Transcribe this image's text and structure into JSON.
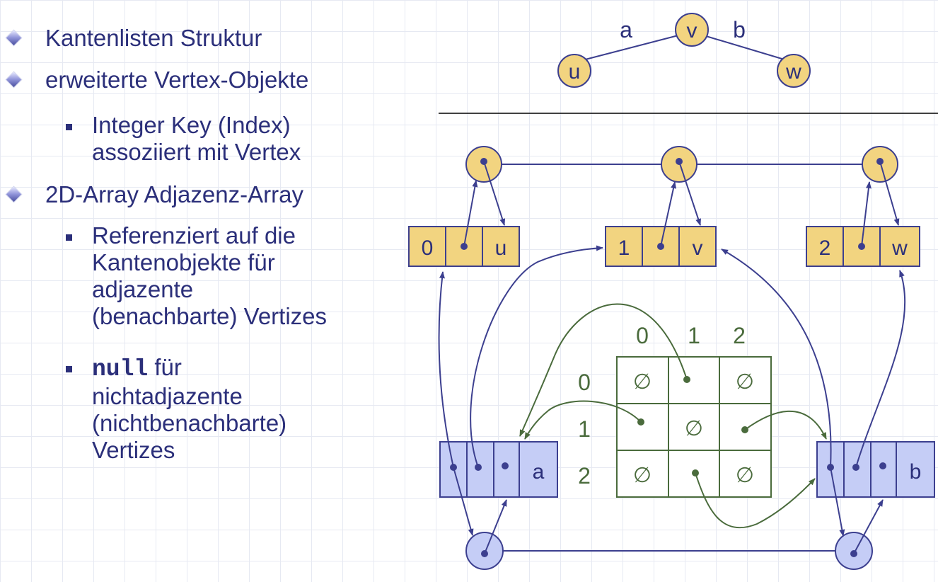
{
  "bullets": {
    "item1": "Kantenlisten Struktur",
    "item2": "erweiterte Vertex-Objekte",
    "item2_sub1_line1": "Integer Key (Index)",
    "item2_sub1_line2": "assoziiert mit Vertex",
    "item3": "2D-Array Adjazenz-Array",
    "item3_sub1_line1": "Referenziert auf die",
    "item3_sub1_line2": "Kantenobjekte für",
    "item3_sub1_line3": "adjazente",
    "item3_sub1_line4": "(benachbarte) Vertizes",
    "item3_sub2_code": "null",
    "item3_sub2_line1_rest": " für",
    "item3_sub2_line2": "nichtadjazente",
    "item3_sub2_line3": "(nichtbenachbarte)",
    "item3_sub2_line4": "Vertizes"
  },
  "graph": {
    "vertex_u": "u",
    "vertex_v": "v",
    "vertex_w": "w",
    "edge_a": "a",
    "edge_b": "b"
  },
  "vertex_records": [
    {
      "index": "0",
      "label": "u"
    },
    {
      "index": "1",
      "label": "v"
    },
    {
      "index": "2",
      "label": "w"
    }
  ],
  "edge_records": [
    {
      "label": "a"
    },
    {
      "label": "b"
    }
  ],
  "matrix": {
    "col_headers": [
      "0",
      "1",
      "2"
    ],
    "row_headers": [
      "0",
      "1",
      "2"
    ],
    "empty_symbol": "∅"
  },
  "colors": {
    "text_blue": "#2b2f7a",
    "vertex_fill": "#f2d480",
    "edge_fill": "#c5cdf6",
    "matrix_green": "#4a6b3c",
    "arrow_blue": "#3c3f8f"
  }
}
